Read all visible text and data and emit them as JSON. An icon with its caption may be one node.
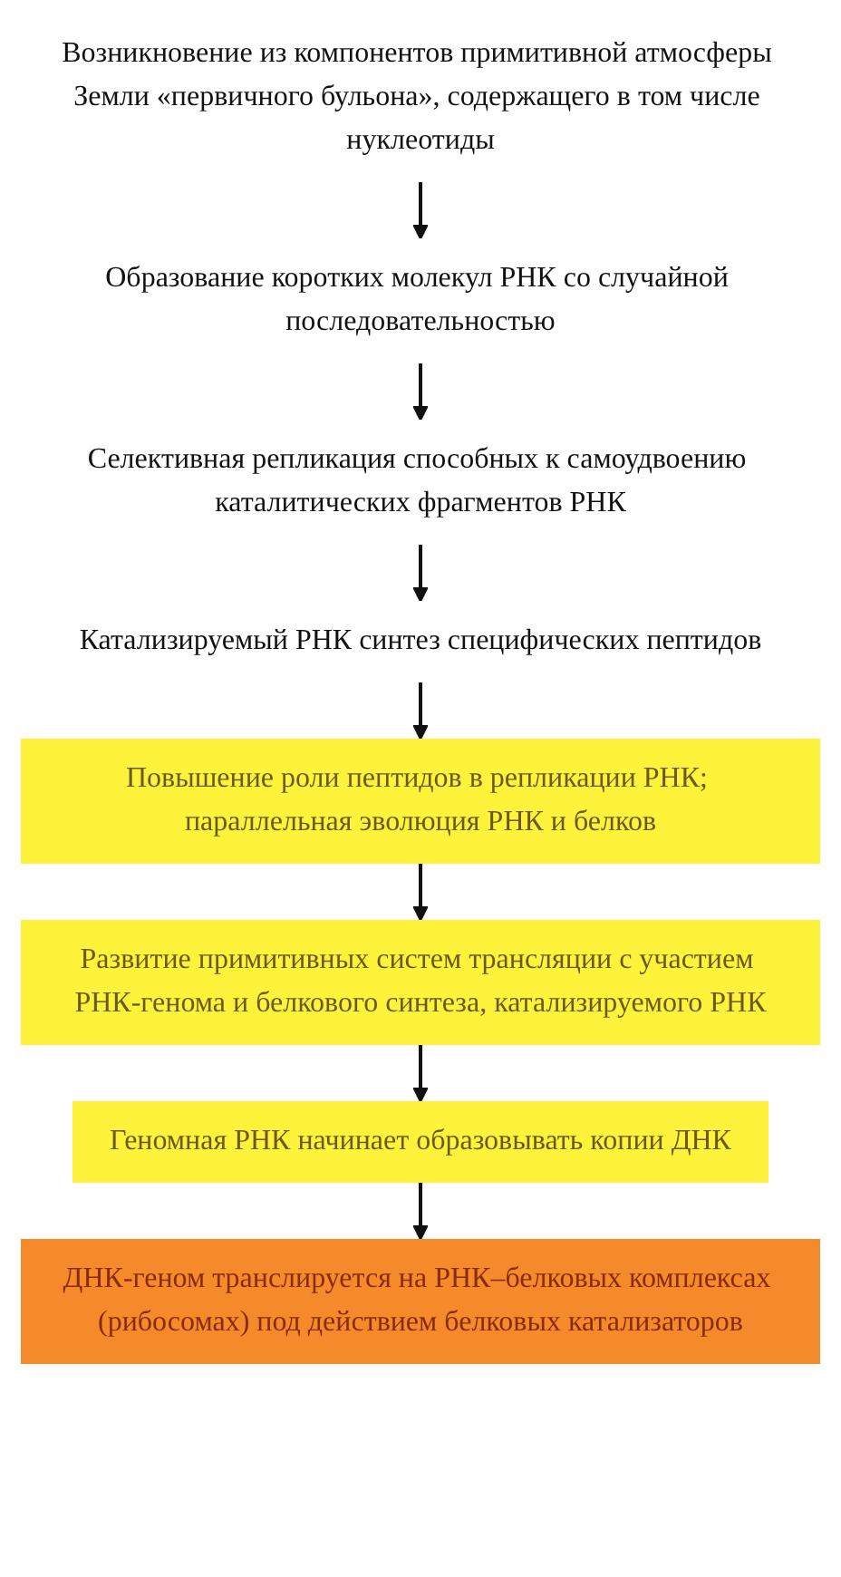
{
  "diagram": {
    "nodes": [
      {
        "text": [
          "Возникновение из компонентов примитивной атмосферы Земли «первичного бульона», содержащего в том числе нуклеотиды"
        ]
      },
      {
        "text": [
          "Образование коротких молекул РНК со случайной последовательностью"
        ]
      },
      {
        "text": [
          "Селективная репликация способных к самоудвоению каталитических фрагментов РНК"
        ]
      },
      {
        "text": [
          "Катализируемый РНК синтез специфических пептидов"
        ]
      },
      {
        "text": [
          "Повышение роли пептидов в репликации РНК; параллельная эволюция РНК и белков"
        ]
      },
      {
        "text": [
          "Развитие примитивных систем трансляции с участием РНК-генома и белкового синтеза, катализируемого РНК"
        ]
      },
      {
        "text": [
          "Геномная РНК начинает образовывать копии ДНК"
        ]
      },
      {
        "text": [
          "ДНК-геном транслируется на РНК–белковых комплексах (рибосомах) под действием белковых катализаторов"
        ]
      }
    ],
    "edges": [
      {
        "from": 0,
        "to": 1,
        "arrow": "to"
      },
      {
        "from": 1,
        "to": 2,
        "arrow": "to"
      },
      {
        "from": 2,
        "to": 3,
        "arrow": "to"
      },
      {
        "from": 3,
        "to": 4,
        "arrow": "to"
      },
      {
        "from": 4,
        "to": 5,
        "arrow": "to"
      },
      {
        "from": 5,
        "to": 6,
        "arrow": "to"
      },
      {
        "from": 6,
        "to": 7,
        "arrow": "to"
      }
    ]
  }
}
